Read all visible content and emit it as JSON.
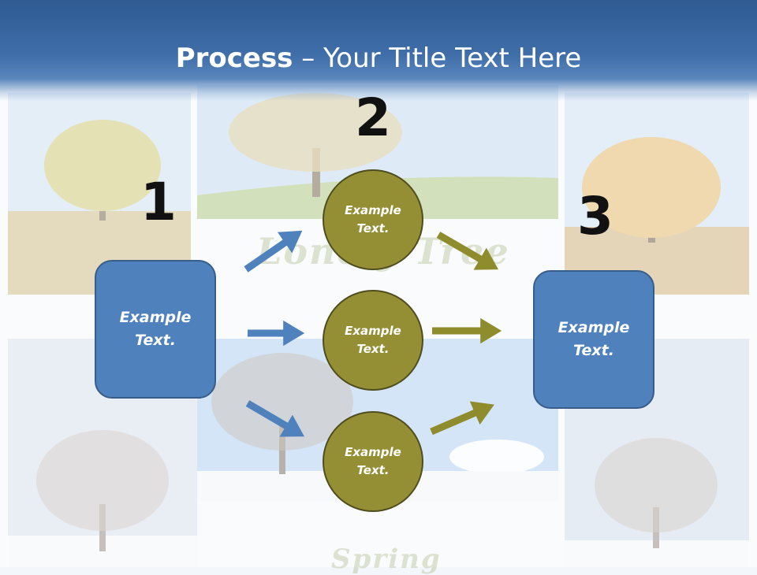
{
  "title": {
    "bold": "Process",
    "rest": " – Your Title Text Here"
  },
  "steps": [
    "1",
    "2",
    "3"
  ],
  "box_left": {
    "text": "Example Text."
  },
  "box_right": {
    "text": "Example Text."
  },
  "circles": [
    {
      "text": "Example Text."
    },
    {
      "text": "Example Text."
    },
    {
      "text": "Example Text."
    }
  ],
  "colors": {
    "title_bar": "#3f6ea9",
    "box": "#4f81bd",
    "circle": "#948f34",
    "left_arrows": "#4f81bd",
    "right_arrows": "#8f8c2e"
  }
}
